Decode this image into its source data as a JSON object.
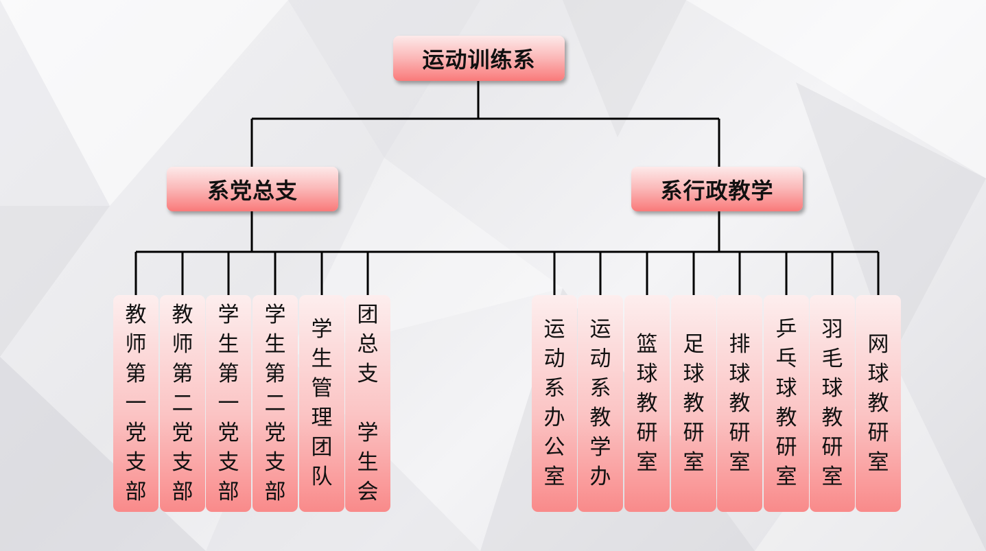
{
  "root": {
    "label": "运动训练系"
  },
  "left": {
    "label": "系党总支",
    "children": [
      "教\n师\n第\n一\n党\n支\n部",
      "教\n师\n第\n二\n党\n支\n部",
      "学\n生\n第\n一\n党\n支\n部",
      "学\n生\n第\n二\n党\n支\n部",
      "学\n生\n管\n理\n团\n队",
      "团\n总\n支\n\n学\n生\n会"
    ]
  },
  "right": {
    "label": "系行政教学",
    "children": [
      "运\n动\n系\n办\n公\n室",
      "运\n动\n系\n教\n学\n办",
      "篮\n球\n教\n研\n室",
      "足\n球\n教\n研\n室",
      "排\n球\n教\n研\n室",
      "乒\n乓\n球\n教\n研\n室",
      "羽\n毛\n球\n教\n研\n室",
      "网\n球\n教\n研\n室"
    ]
  }
}
